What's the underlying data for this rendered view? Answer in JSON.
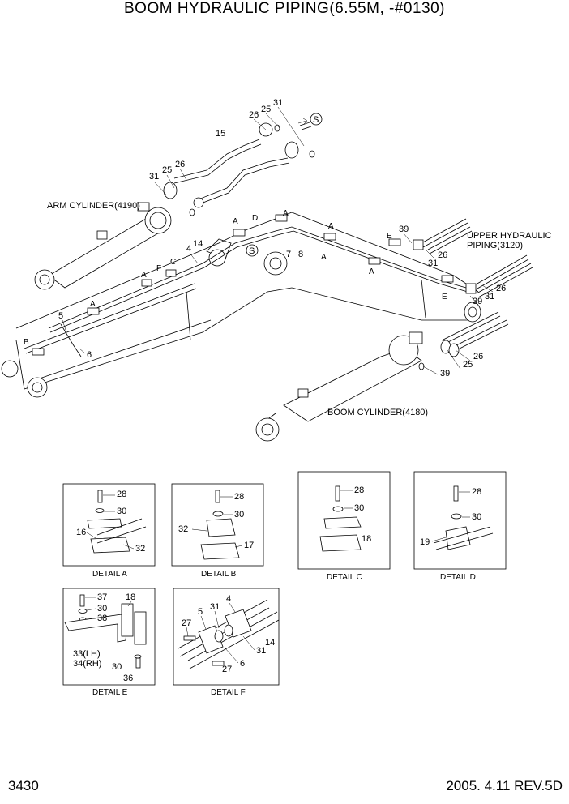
{
  "title": "BOOM HYDRAULIC PIPING(6.55M, -#0130)",
  "page_number": "3430",
  "revision": "2005. 4.11 REV.5D",
  "main_labels": {
    "arm_cylinder": "ARM CYLINDER(4190)",
    "boom_cylinder": "BOOM CYLINDER(4180)",
    "upper_hydraulic_1": "UPPER HYDRAULIC",
    "upper_hydraulic_2": "PIPING(3120)",
    "s_marker": "S"
  },
  "main_numbers": {
    "n31a": "31",
    "n25a": "25",
    "n26a": "26",
    "n15": "15",
    "n31b": "31",
    "n25b": "25",
    "n26b": "26",
    "n4": "4",
    "n14": "14",
    "n7": "7",
    "n8": "8",
    "n5": "5",
    "n6": "6",
    "n39a": "39",
    "n26c": "26",
    "n31c": "31",
    "n26d": "26",
    "n31d": "31",
    "n39b": "39",
    "n26e": "26",
    "n25e": "25",
    "n39c": "39"
  },
  "main_letters": {
    "la1": "A",
    "ld": "D",
    "la2": "A",
    "la3": "A",
    "le1": "E",
    "la4": "A",
    "la5": "A",
    "la6": "A",
    "lc": "C",
    "lf": "F",
    "la7": "A",
    "lb": "B",
    "le2": "E"
  },
  "details": {
    "a": {
      "caption": "DETAIL  A",
      "n1": "28",
      "n2": "30",
      "n3": "16",
      "n4": "32"
    },
    "b": {
      "caption": "DETAIL  B",
      "n1": "28",
      "n2": "30",
      "n3": "32",
      "n4": "17"
    },
    "c": {
      "caption": "DETAIL  C",
      "n1": "28",
      "n2": "30",
      "n3": "18"
    },
    "d": {
      "caption": "DETAIL  D",
      "n1": "28",
      "n2": "30",
      "n3": "19"
    },
    "e": {
      "caption": "DETAIL  E",
      "n1": "37",
      "n2": "30",
      "n3": "38",
      "n4": "18",
      "n5": "33(LH)",
      "n6": "34(RH)",
      "n7": "30",
      "n8": "36"
    },
    "f": {
      "caption": "DETAIL  F",
      "n1": "4",
      "n2": "31",
      "n3": "5",
      "n4": "27",
      "n5": "6",
      "n6": "31",
      "n7": "14",
      "n8": "27"
    }
  }
}
